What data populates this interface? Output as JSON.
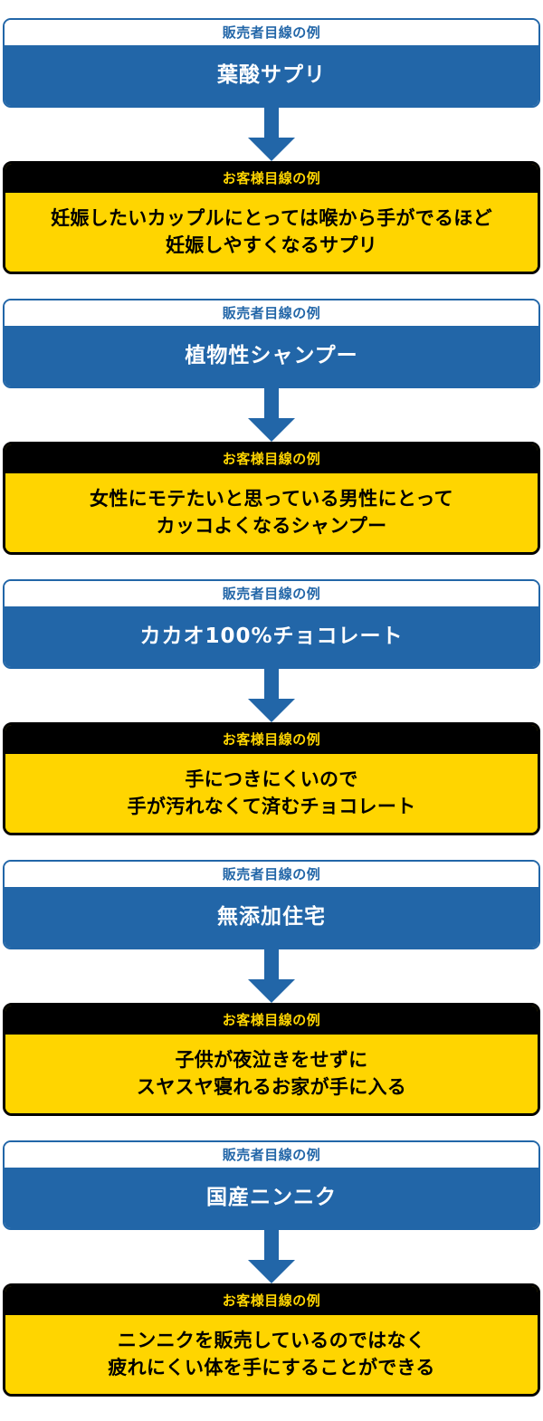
{
  "theme": {
    "blue": "#2266A8",
    "yellow": "#FFD500",
    "black": "#000000",
    "white": "#FFFFFF"
  },
  "labels": {
    "seller_header": "販売者目線の例",
    "customer_header": "お客様目線の例"
  },
  "blocks": [
    {
      "seller_header": "販売者目線の例",
      "seller_product": "葉酸サプリ",
      "customer_header": "お客様目線の例",
      "customer_benefit": "妊娠したいカップルにとっては喉から手がでるほど\n妊娠しやすくなるサプリ"
    },
    {
      "seller_header": "販売者目線の例",
      "seller_product": "植物性シャンプー",
      "customer_header": "お客様目線の例",
      "customer_benefit": "女性にモテたいと思っている男性にとって\nカッコよくなるシャンプー"
    },
    {
      "seller_header": "販売者目線の例",
      "seller_product": "カカオ100%チョコレート",
      "customer_header": "お客様目線の例",
      "customer_benefit": "手につきにくいので\n手が汚れなくて済むチョコレート"
    },
    {
      "seller_header": "販売者目線の例",
      "seller_product": "無添加住宅",
      "customer_header": "お客様目線の例",
      "customer_benefit": "子供が夜泣きをせずに\nスヤスヤ寝れるお家が手に入る"
    },
    {
      "seller_header": "販売者目線の例",
      "seller_product": "国産ニンニク",
      "customer_header": "お客様目線の例",
      "customer_benefit": "ニンニクを販売しているのではなく\n疲れにくい体を手にすることができる"
    }
  ]
}
